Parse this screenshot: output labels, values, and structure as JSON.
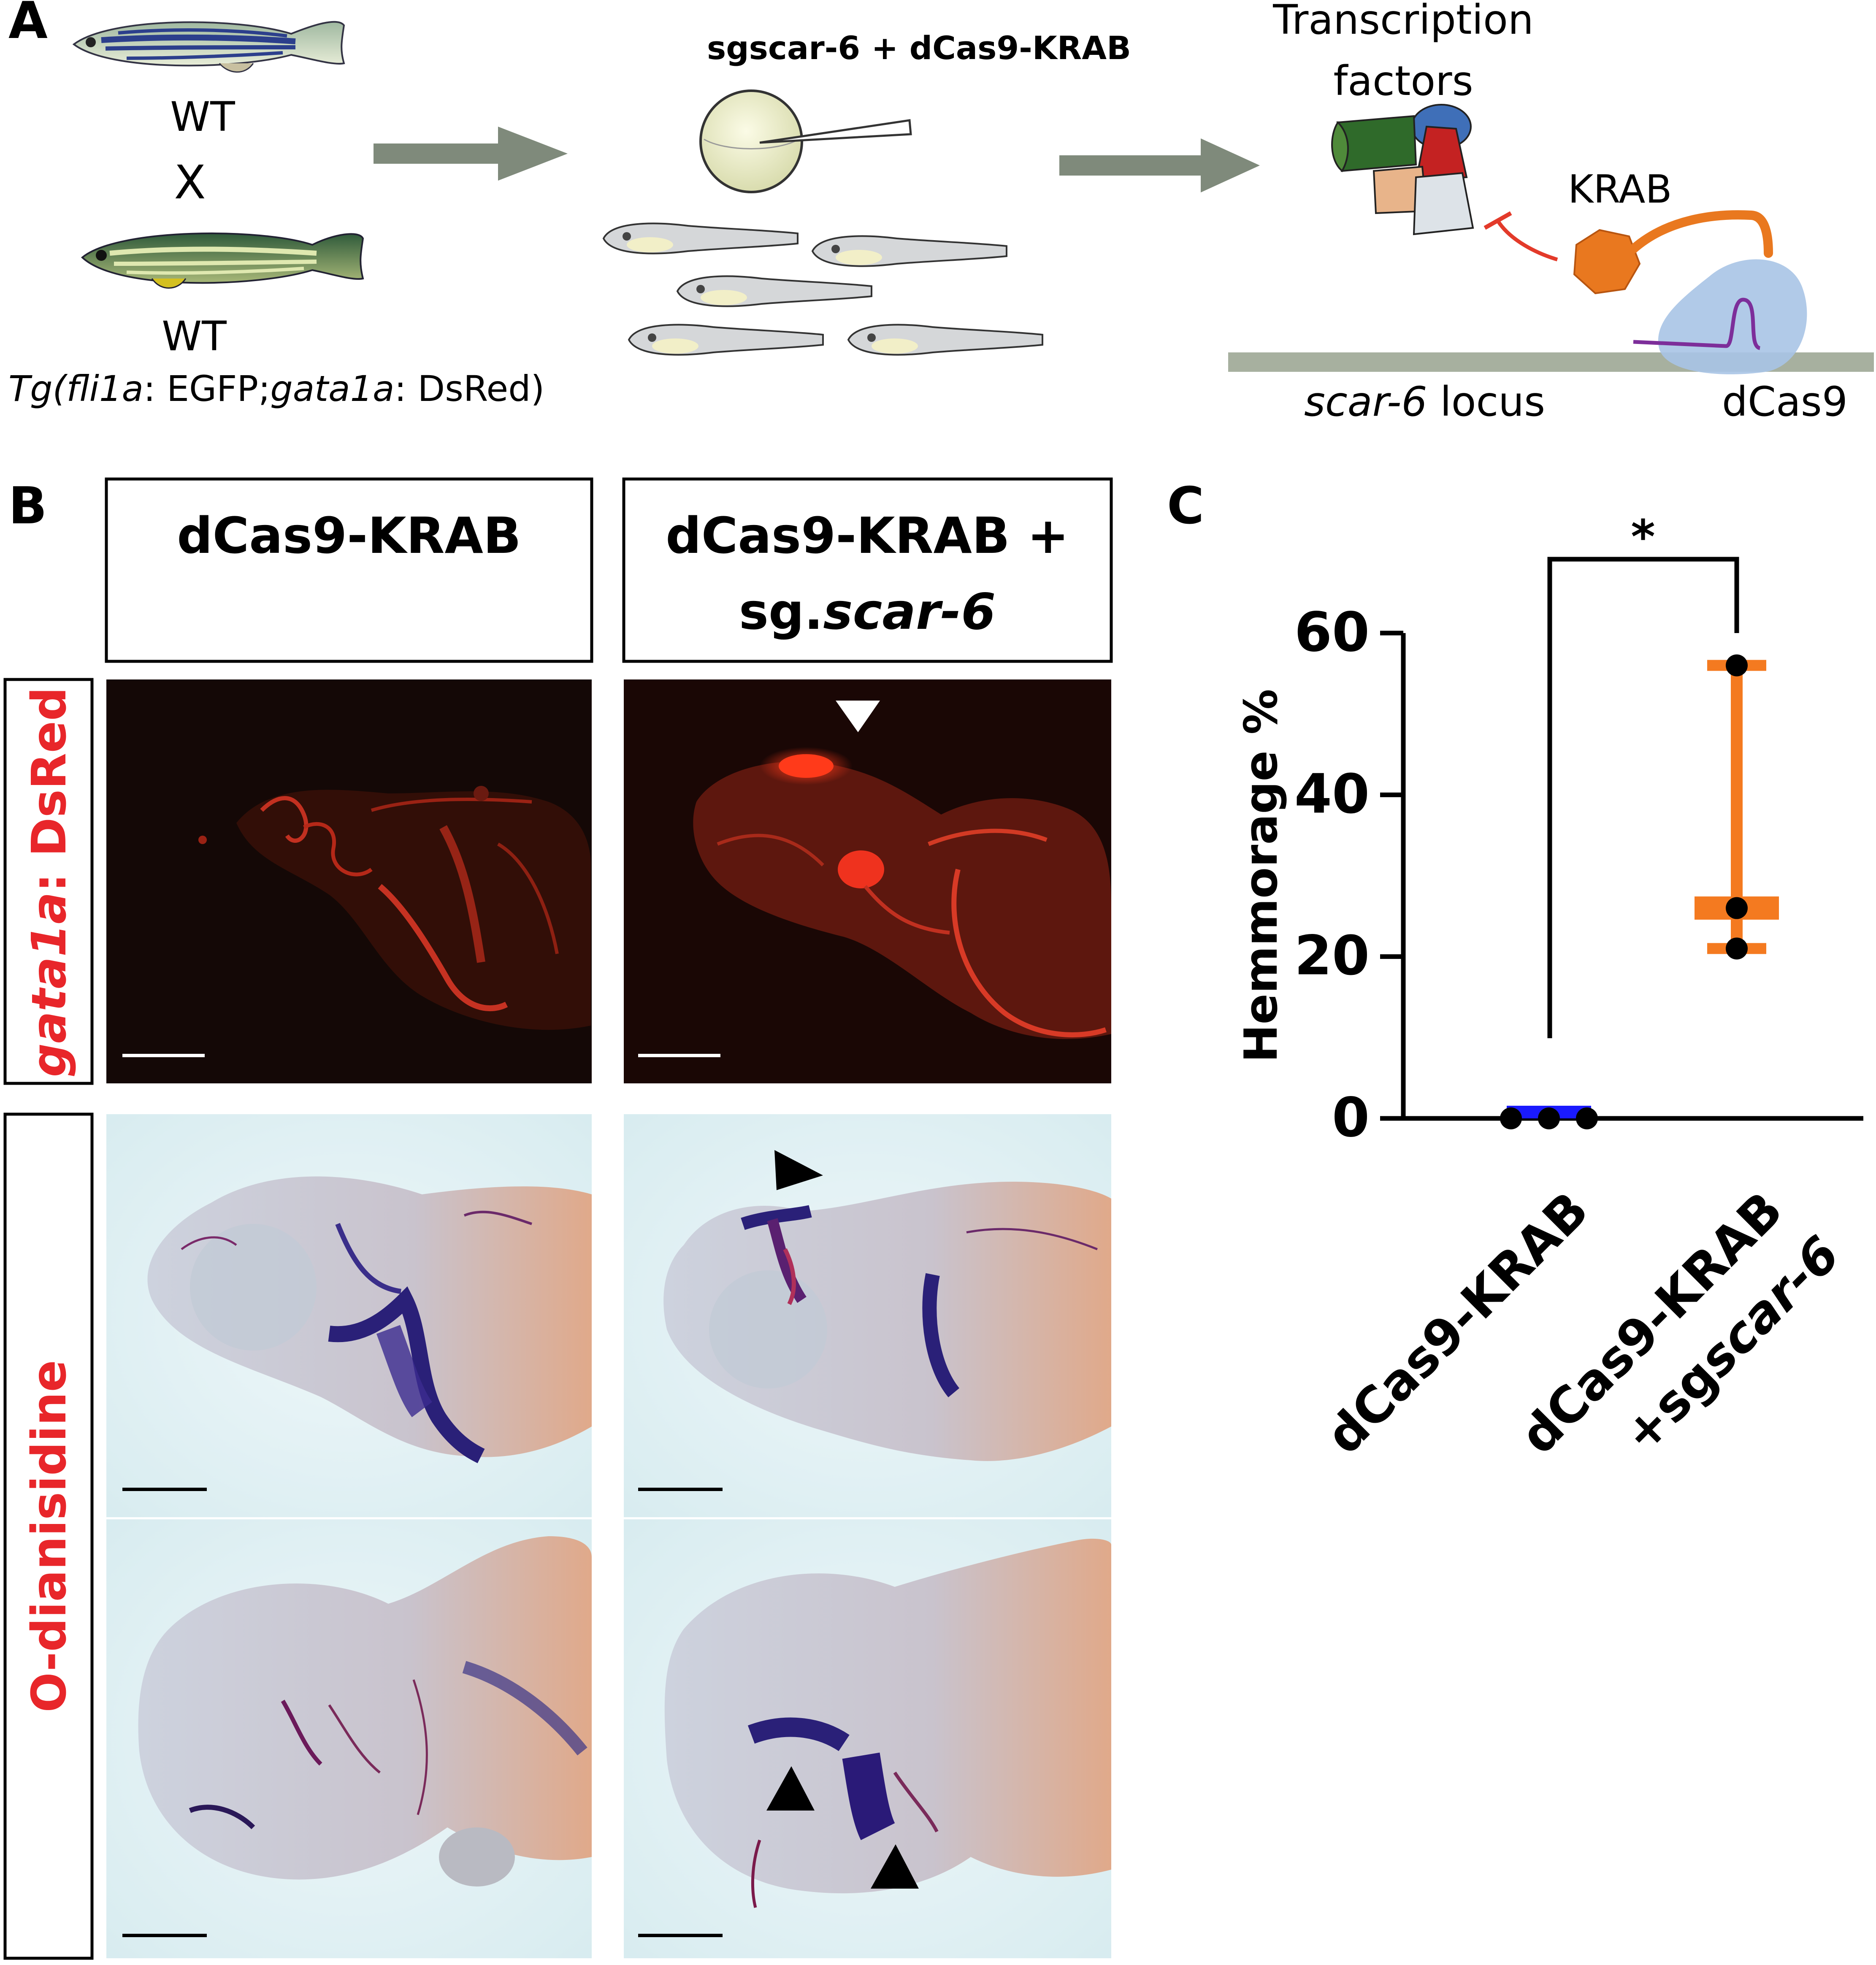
{
  "panel_a": {
    "letter": "A",
    "fish_top_label": "WT",
    "cross": "X",
    "fish_bottom_label": "WT",
    "transgene_label": {
      "tg": "Tg(",
      "g1": "fli1a",
      "r1": ": EGFP;",
      "g2": "gata1a",
      "r2": ": DsRed)"
    },
    "injection_label": "sgscar-6 + dCas9-KRAB",
    "tf_line1": "Transcription",
    "tf_line2": "factors",
    "krab_label": "KRAB",
    "locus_italic": "scar-6",
    "locus_rest": " locus",
    "dcas9_label": "dCas9"
  },
  "panel_b": {
    "letter": "B",
    "col1_header": "dCas9-KRAB",
    "col2_header_line1": "dCas9-KRAB +",
    "col2_header_line2_plain": "sg.",
    "col2_header_line2_italic": "scar-6",
    "row1_label_italic": "gata1a",
    "row1_label_rest": ": DsRed",
    "row2_label": "O-dianisidine"
  },
  "panel_c": {
    "letter": "C",
    "significance": "*",
    "colors": {
      "group1": "#1a1aff",
      "group2": "#f47a20",
      "points": "#000000"
    }
  },
  "chart_data": {
    "type": "scatter",
    "ylabel": "Hemmorage %",
    "ylim": [
      0,
      60
    ],
    "yticks": [
      0,
      20,
      40,
      60
    ],
    "grid": false,
    "groups": [
      {
        "label": "dCas9-KRAB",
        "label_plain": "dCas9-KRAB",
        "label_italic": "",
        "points": [
          0,
          0,
          0
        ],
        "mean": 0,
        "min": 0,
        "max": 0
      },
      {
        "label": "dCas9-KRAB +sgscar-6",
        "label_plain": "+sg",
        "label_italic": "scar-6",
        "points": [
          56,
          26,
          21
        ],
        "mean": 26,
        "min": 21,
        "max": 56
      }
    ]
  }
}
